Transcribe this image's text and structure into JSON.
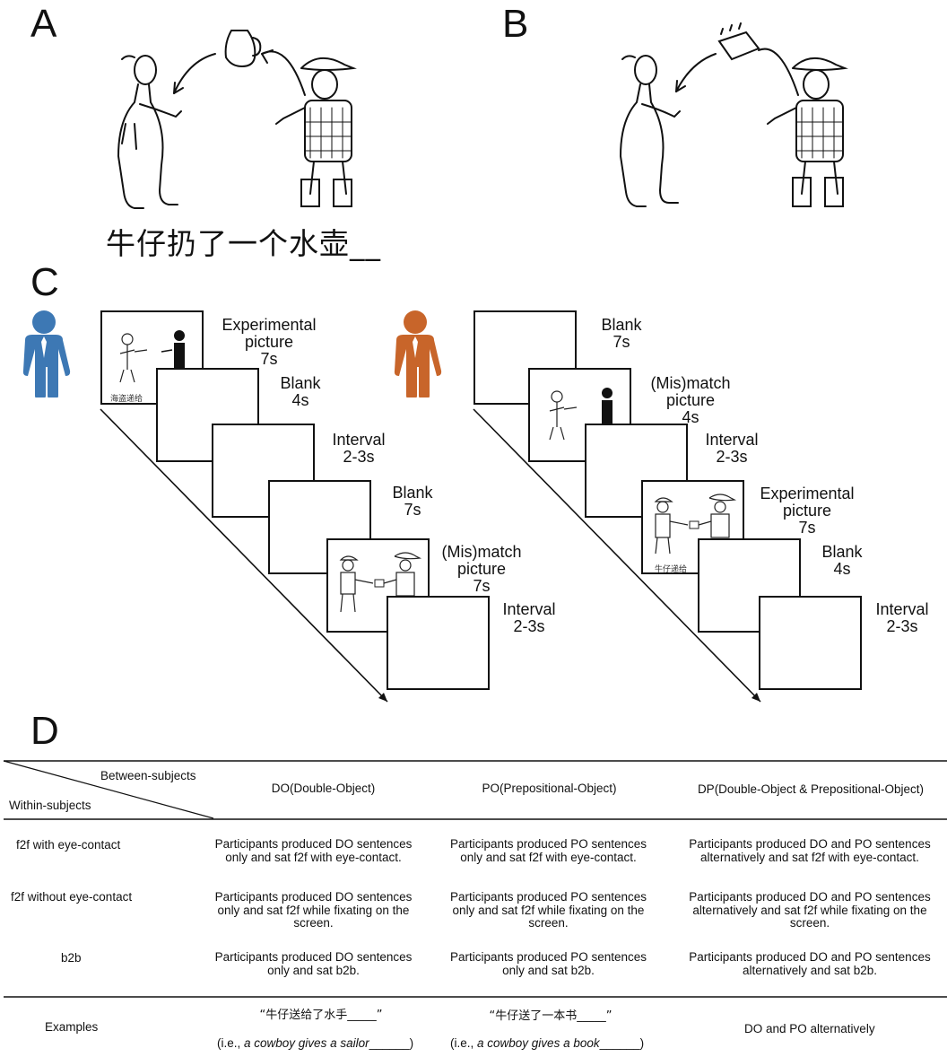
{
  "panels": {
    "a": "A",
    "b": "B",
    "c": "C",
    "d": "D"
  },
  "panel_a": {
    "sentence": "牛仔扔了一个水壶__"
  },
  "panel_c_left": {
    "frames": [
      {
        "caption": "Experimental\npicture\n7s",
        "image_text": "海盗递给"
      },
      {
        "caption": "Blank\n4s"
      },
      {
        "caption": "Interval\n2-3s"
      },
      {
        "caption": "Blank\n7s"
      },
      {
        "caption": "(Mis)match\npicture\n7s"
      },
      {
        "caption": "Interval\n2-3s"
      }
    ],
    "person_color": "#3d78b4"
  },
  "panel_c_right": {
    "frames": [
      {
        "caption": "Blank\n7s"
      },
      {
        "caption": "(Mis)match\npicture\n4s"
      },
      {
        "caption": "Interval\n2-3s"
      },
      {
        "caption": "Experimental\npicture\n7s",
        "image_text": "牛仔递给"
      },
      {
        "caption": "Blank\n4s"
      },
      {
        "caption": "Interval\n2-3s"
      }
    ],
    "person_color": "#c8652a"
  },
  "table": {
    "header_between": "Between-subjects",
    "header_within": "Within-subjects",
    "columns": [
      "DO(Double-Object)",
      "PO(Prepositional-Object)",
      "DP(Double-Object & Prepositional-Object)"
    ],
    "rows": [
      {
        "label": "f2f with eye-contact",
        "cells": [
          "Participants produced DO sentences\nonly and sat f2f with eye-contact.",
          "Participants produced PO sentences\nonly and sat f2f with eye-contact.",
          "Participants produced DO and PO sentences\nalternatively and sat f2f with eye-contact."
        ]
      },
      {
        "label": "f2f without eye-contact",
        "cells": [
          "Participants produced DO sentences\nonly and sat f2f while fixating on the\nscreen.",
          "Participants produced PO sentences\nonly and sat f2f while fixating on the\nscreen.",
          "Participants produced DO and PO sentences\nalternatively and sat f2f while fixating on the\nscreen."
        ]
      },
      {
        "label": "b2b",
        "cells": [
          "Participants produced DO sentences\nonly and sat b2b.",
          "Participants produced PO sentences\nonly and sat b2b.",
          "Participants produced DO and PO sentences\nalternatively and sat b2b."
        ]
      }
    ],
    "examples": {
      "label": "Examples",
      "do_zh": "“牛仔送给了水手_____”",
      "do_en_pre": "(i.e., ",
      "do_en_it": "a cowboy gives a sailor",
      "do_en_post": "______)",
      "po_zh": "“牛仔送了一本书_____”",
      "po_en_pre": "(i.e., ",
      "po_en_it": "a cowboy gives a book",
      "po_en_post": "______)",
      "dp": "DO and PO alternatively"
    }
  }
}
